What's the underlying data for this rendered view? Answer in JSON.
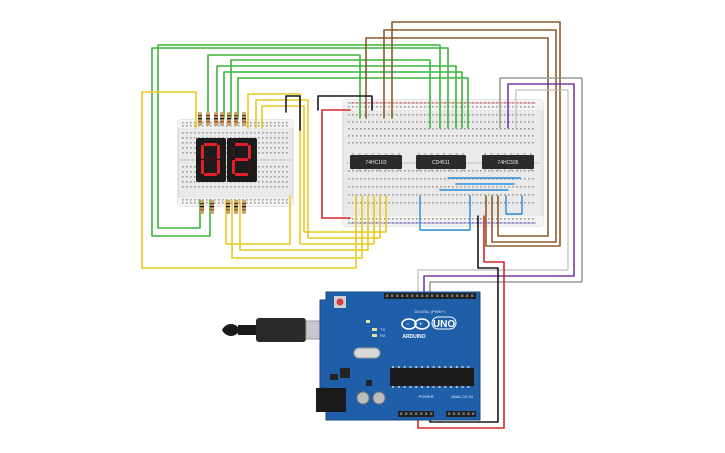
{
  "circuit": {
    "display": {
      "digits": [
        "0",
        "2"
      ],
      "on_color": "#e4202a",
      "off_color": "#3a1516"
    },
    "chips": [
      {
        "label": "74HC163"
      },
      {
        "label": "CD4511"
      },
      {
        "label": "74HC595"
      }
    ],
    "arduino": {
      "brand": "ARDUINO",
      "model": "UNO",
      "digital_label": "DIGITAL (PWM~)",
      "power_label": "POWER",
      "analog_label": "ANALOG IN",
      "tx_label": "TX",
      "rx_label": "RX",
      "board_color": "#1f5ea8"
    },
    "wire_colors": {
      "green": "#3cb43c",
      "yellow": "#e8c81e",
      "brown": "#8b5a2b",
      "red": "#d02828",
      "black": "#1a1a1a",
      "purple": "#7a3aa0",
      "gray": "#9a9a9a",
      "blue": "#2a8ad8"
    }
  }
}
